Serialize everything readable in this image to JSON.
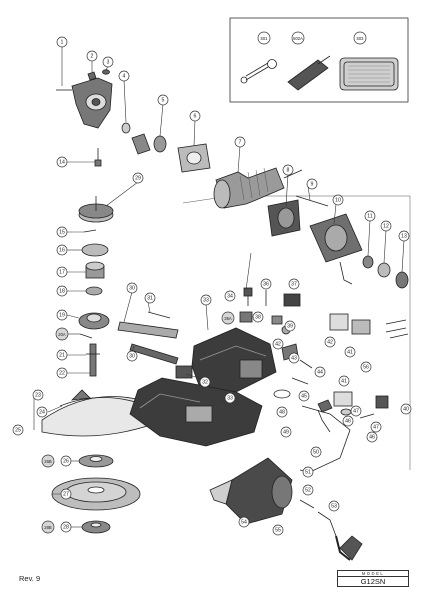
{
  "footer": {
    "revision": "Rev. 9",
    "model_header": "MODEL",
    "model_name": "G12SN"
  },
  "colors": {
    "line": "#222222",
    "grey_badge": "#d6d6d6",
    "motor_grey": "#9a9a9a",
    "body_dark": "#3c3c3c"
  },
  "callouts": {
    "c1": "1",
    "c2": "2",
    "c3": "3",
    "c4": "4",
    "c5": "5",
    "c6": "6",
    "c7": "7",
    "c8": "8",
    "c9": "9",
    "c10": "10",
    "c11": "11",
    "c12": "12",
    "c13": "13",
    "c14": "14",
    "c15": "15",
    "c16": "16",
    "c17": "17",
    "c18": "18",
    "c19": "19",
    "c20a": "20A",
    "c21": "21",
    "c22": "22",
    "c23": "23",
    "c24": "24",
    "c25": "25",
    "c26": "26",
    "c26b": "26B",
    "c27": "27",
    "c28": "28",
    "c28b": "28B",
    "c29": "29",
    "c30a": "30",
    "c30b": "30",
    "c31": "31",
    "c32": "32",
    "c33a": "33",
    "c33b": "33",
    "c34": "34",
    "c35a": "35A",
    "c36": "36",
    "c37": "37",
    "c38": "38",
    "c39": "39",
    "c40": "40",
    "c41a": "41",
    "c41b": "41",
    "c42a": "42",
    "c42b": "42",
    "c43": "43",
    "c44": "44",
    "c45": "45",
    "c46a": "46",
    "c46b": "46",
    "c47a": "47",
    "c47b": "47",
    "c48": "48",
    "c49": "49",
    "c50": "50",
    "c51": "51",
    "c52": "52",
    "c53": "53",
    "c54": "54",
    "c55": "55",
    "c56": "56",
    "c501": "501",
    "c502a": "502A",
    "c503": "503"
  }
}
